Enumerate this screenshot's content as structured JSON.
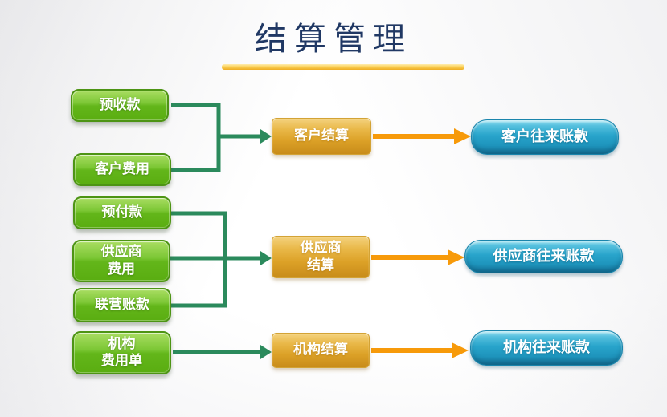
{
  "title": "结算管理",
  "colors": {
    "title_navy": "#203864",
    "underline_gold": "#eeac20",
    "source_green": "#5aad11",
    "process_orange": "#dca127",
    "result_blue": "#28a4cb",
    "connector_green": "#2b8a5c",
    "connector_orange": "#f79a0a"
  },
  "rows": [
    {
      "sources": [
        "预收款",
        "客户费用"
      ],
      "process": "客户结算",
      "result": "客户往来账款"
    },
    {
      "sources": [
        "预付款",
        "供应商\n费用",
        "联营账款"
      ],
      "process": "供应商\n结算",
      "result": "供应商往来账款"
    },
    {
      "sources": [
        "机构\n费用单"
      ],
      "process": "机构结算",
      "result": "机构往来账款"
    }
  ]
}
